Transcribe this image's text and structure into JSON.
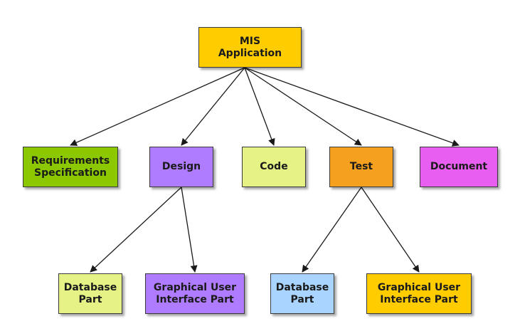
{
  "nodes": {
    "root": {
      "lines": [
        "MIS",
        "Application"
      ],
      "color": "#ffcc00"
    },
    "requirements": {
      "lines": [
        "Requirements",
        "Specification"
      ],
      "color": "#8cc800"
    },
    "design": {
      "lines": [
        "Design"
      ],
      "color": "#b07cff"
    },
    "code": {
      "lines": [
        "Code"
      ],
      "color": "#e6f285"
    },
    "test": {
      "lines": [
        "Test"
      ],
      "color": "#f5a01e"
    },
    "document": {
      "lines": [
        "Document"
      ],
      "color": "#e85ef0"
    },
    "design_db": {
      "lines": [
        "Database",
        "Part"
      ],
      "color": "#e6f285"
    },
    "design_gui": {
      "lines": [
        "Graphical User",
        "Interface Part"
      ],
      "color": "#b07cff"
    },
    "test_db": {
      "lines": [
        "Database",
        "Part"
      ],
      "color": "#a8d4ff"
    },
    "test_gui": {
      "lines": [
        "Graphical User",
        "Interface Part"
      ],
      "color": "#ffcc00"
    }
  },
  "edges": [
    [
      "root",
      "requirements"
    ],
    [
      "root",
      "design"
    ],
    [
      "root",
      "code"
    ],
    [
      "root",
      "test"
    ],
    [
      "root",
      "document"
    ],
    [
      "design",
      "design_db"
    ],
    [
      "design",
      "design_gui"
    ],
    [
      "test",
      "test_db"
    ],
    [
      "test",
      "test_gui"
    ]
  ]
}
